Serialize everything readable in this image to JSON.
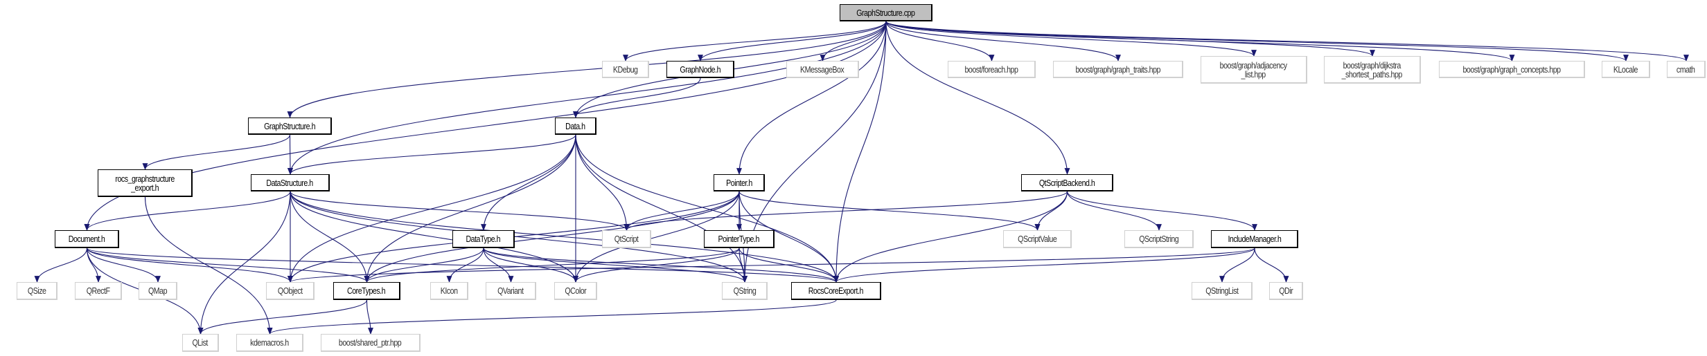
{
  "colors": {
    "edge": "#191970",
    "root_fill": "#bfbfbf",
    "external_border": "#d0d0d0",
    "documented_border": "#000000"
  },
  "nodes": [
    {
      "id": "cpp",
      "label": "GraphStructure.cpp",
      "kind": "root"
    },
    {
      "id": "kdebug",
      "label": "KDebug",
      "kind": "ext"
    },
    {
      "id": "graphnode",
      "label": "GraphNode.h",
      "kind": "doc"
    },
    {
      "id": "kmessagebox",
      "label": "KMessageBox",
      "kind": "ext"
    },
    {
      "id": "foreach",
      "label": "boost/foreach.hpp",
      "kind": "ext"
    },
    {
      "id": "graphtraits",
      "label": "boost/graph/graph_traits.hpp",
      "kind": "ext"
    },
    {
      "id": "adjacency",
      "label": "boost/graph/adjacency\n_list.hpp",
      "kind": "ext"
    },
    {
      "id": "dijkstra",
      "label": "boost/graph/dijkstra\n_shortest_paths.hpp",
      "kind": "ext"
    },
    {
      "id": "concepts",
      "label": "boost/graph/graph_concepts.hpp",
      "kind": "ext"
    },
    {
      "id": "klocale",
      "label": "KLocale",
      "kind": "ext"
    },
    {
      "id": "cmath",
      "label": "cmath",
      "kind": "ext"
    },
    {
      "id": "graphstructure",
      "label": "GraphStructure.h",
      "kind": "doc"
    },
    {
      "id": "data",
      "label": "Data.h",
      "kind": "doc"
    },
    {
      "id": "rocsexport",
      "label": "rocs_graphstructure\n_export.h",
      "kind": "doc"
    },
    {
      "id": "datastructure",
      "label": "DataStructure.h",
      "kind": "doc"
    },
    {
      "id": "pointer",
      "label": "Pointer.h",
      "kind": "doc"
    },
    {
      "id": "qtscriptbackend",
      "label": "QtScriptBackend.h",
      "kind": "doc"
    },
    {
      "id": "document",
      "label": "Document.h",
      "kind": "doc"
    },
    {
      "id": "datatype",
      "label": "DataType.h",
      "kind": "doc"
    },
    {
      "id": "qtscript",
      "label": "QtScript",
      "kind": "ext"
    },
    {
      "id": "pointertype",
      "label": "PointerType.h",
      "kind": "doc"
    },
    {
      "id": "qscriptvalue",
      "label": "QScriptValue",
      "kind": "ext"
    },
    {
      "id": "qscriptstring",
      "label": "QScriptString",
      "kind": "ext"
    },
    {
      "id": "includemanager",
      "label": "IncludeManager.h",
      "kind": "doc"
    },
    {
      "id": "qsize",
      "label": "QSize",
      "kind": "ext"
    },
    {
      "id": "qrectf",
      "label": "QRectF",
      "kind": "ext"
    },
    {
      "id": "qmap",
      "label": "QMap",
      "kind": "ext"
    },
    {
      "id": "qobject",
      "label": "QObject",
      "kind": "ext"
    },
    {
      "id": "coretypes",
      "label": "CoreTypes.h",
      "kind": "doc"
    },
    {
      "id": "kicon",
      "label": "KIcon",
      "kind": "ext"
    },
    {
      "id": "qvariant",
      "label": "QVariant",
      "kind": "ext"
    },
    {
      "id": "qcolor",
      "label": "QColor",
      "kind": "ext"
    },
    {
      "id": "qstring",
      "label": "QString",
      "kind": "ext"
    },
    {
      "id": "rocscore",
      "label": "RocsCoreExport.h",
      "kind": "doc"
    },
    {
      "id": "qstringlist",
      "label": "QStringList",
      "kind": "ext"
    },
    {
      "id": "qdir",
      "label": "QDir",
      "kind": "ext"
    },
    {
      "id": "qlist",
      "label": "QList",
      "kind": "ext"
    },
    {
      "id": "kdemacros",
      "label": "kdemacros.h",
      "kind": "ext"
    },
    {
      "id": "sharedptr",
      "label": "boost/shared_ptr.hpp",
      "kind": "ext"
    }
  ],
  "edges": [
    [
      "cpp",
      "document"
    ],
    [
      "cpp",
      "graphstructure"
    ],
    [
      "cpp",
      "datastructure"
    ],
    [
      "cpp",
      "data"
    ],
    [
      "cpp",
      "kdebug"
    ],
    [
      "cpp",
      "graphnode"
    ],
    [
      "cpp",
      "kmessagebox"
    ],
    [
      "cpp",
      "pointer"
    ],
    [
      "cpp",
      "qstring"
    ],
    [
      "cpp",
      "rocscore"
    ],
    [
      "cpp",
      "foreach"
    ],
    [
      "cpp",
      "graphtraits"
    ],
    [
      "cpp",
      "adjacency"
    ],
    [
      "cpp",
      "dijkstra"
    ],
    [
      "cpp",
      "concepts"
    ],
    [
      "cpp",
      "klocale"
    ],
    [
      "cpp",
      "cmath"
    ],
    [
      "cpp",
      "qtscriptbackend"
    ],
    [
      "graphnode",
      "data"
    ],
    [
      "graphstructure",
      "rocsexport"
    ],
    [
      "graphstructure",
      "datastructure"
    ],
    [
      "rocsexport",
      "kdemacros"
    ],
    [
      "data",
      "datastructure"
    ],
    [
      "data",
      "qobject"
    ],
    [
      "data",
      "coretypes"
    ],
    [
      "data",
      "datatype"
    ],
    [
      "data",
      "qcolor"
    ],
    [
      "data",
      "qtscript"
    ],
    [
      "data",
      "qstring"
    ],
    [
      "data",
      "rocscore"
    ],
    [
      "datastructure",
      "document"
    ],
    [
      "datastructure",
      "qlist"
    ],
    [
      "datastructure",
      "qobject"
    ],
    [
      "datastructure",
      "coretypes"
    ],
    [
      "datastructure",
      "qcolor"
    ],
    [
      "datastructure",
      "qtscript"
    ],
    [
      "datastructure",
      "qstring"
    ],
    [
      "datastructure",
      "rocscore"
    ],
    [
      "pointer",
      "qobject"
    ],
    [
      "pointer",
      "coretypes"
    ],
    [
      "pointer",
      "qtscript"
    ],
    [
      "pointer",
      "pointertype"
    ],
    [
      "pointer",
      "qcolor"
    ],
    [
      "pointer",
      "qstring"
    ],
    [
      "pointer",
      "rocscore"
    ],
    [
      "pointer",
      "qscriptvalue"
    ],
    [
      "document",
      "qlist"
    ],
    [
      "document",
      "qsize"
    ],
    [
      "document",
      "qrectf"
    ],
    [
      "document",
      "qmap"
    ],
    [
      "document",
      "qobject"
    ],
    [
      "document",
      "coretypes"
    ],
    [
      "document",
      "rocscore"
    ],
    [
      "datatype",
      "coretypes"
    ],
    [
      "datatype",
      "kicon"
    ],
    [
      "datatype",
      "qvariant"
    ],
    [
      "datatype",
      "qcolor"
    ],
    [
      "datatype",
      "qstring"
    ],
    [
      "datatype",
      "rocscore"
    ],
    [
      "pointertype",
      "coretypes"
    ],
    [
      "pointertype",
      "qcolor"
    ],
    [
      "pointertype",
      "qstring"
    ],
    [
      "pointertype",
      "rocscore"
    ],
    [
      "coretypes",
      "qlist"
    ],
    [
      "coretypes",
      "sharedptr"
    ],
    [
      "rocscore",
      "kdemacros"
    ],
    [
      "qtscriptbackend",
      "qtscript"
    ],
    [
      "qtscriptbackend",
      "qscriptvalue"
    ],
    [
      "qtscriptbackend",
      "qscriptstring"
    ],
    [
      "qtscriptbackend",
      "includemanager"
    ],
    [
      "qtscriptbackend",
      "rocscore"
    ],
    [
      "includemanager",
      "qobject"
    ],
    [
      "includemanager",
      "rocscore"
    ],
    [
      "includemanager",
      "qstringlist"
    ],
    [
      "includemanager",
      "qdir"
    ]
  ]
}
